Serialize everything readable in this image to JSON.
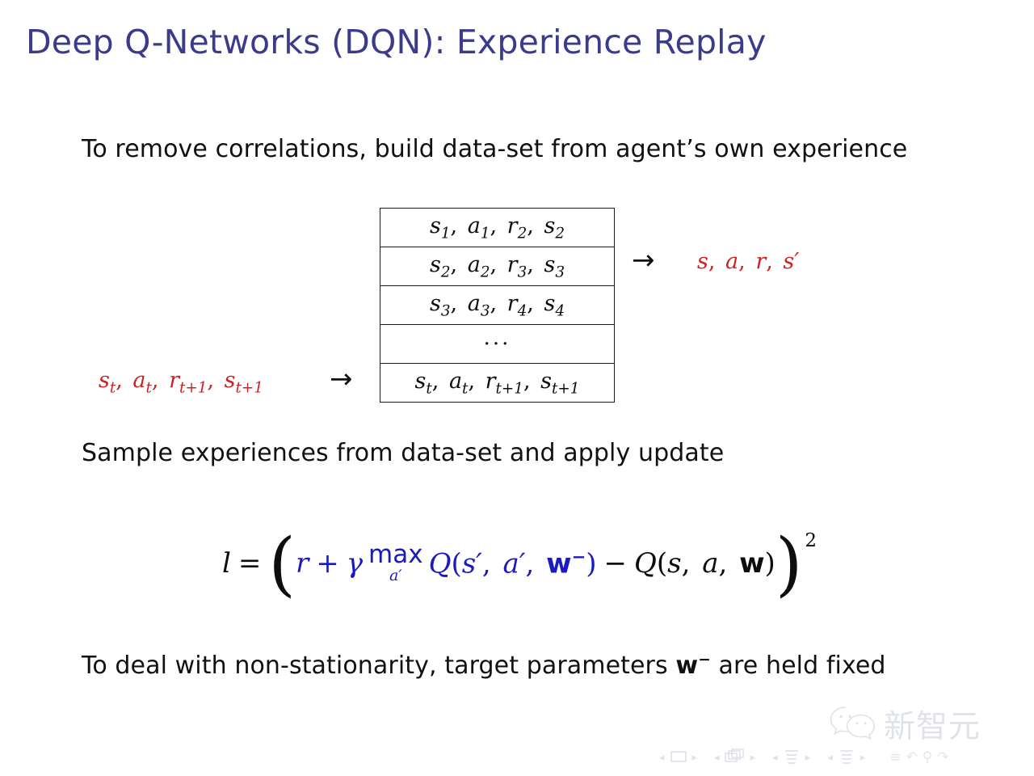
{
  "slide": {
    "title": "Deep Q-Networks (DQN): Experience Replay",
    "title_color": "#3b3b8c",
    "background_color": "#ffffff"
  },
  "body": {
    "line_remove_correlations": "To remove correlations, build data-set from agent’s own experience",
    "line_sample_experiences": "Sample experiences from data-set and apply update",
    "line_non_stationarity_before": "To deal with non-stationarity, target parameters ",
    "line_non_stationarity_symbol": "w",
    "line_non_stationarity_superscript": "−",
    "line_non_stationarity_after": " are held fixed"
  },
  "replay_memory": {
    "accent_color": "#cc2222",
    "rows": [
      {
        "s": "s",
        "s_sub": "1",
        "a": "a",
        "a_sub": "1",
        "r": "r",
        "r_sub": "2",
        "s_next": "s",
        "s_next_sub": "2"
      },
      {
        "s": "s",
        "s_sub": "2",
        "a": "a",
        "a_sub": "2",
        "r": "r",
        "r_sub": "3",
        "s_next": "s",
        "s_next_sub": "3"
      },
      {
        "s": "s",
        "s_sub": "3",
        "a": "a",
        "a_sub": "3",
        "r": "r",
        "r_sub": "4",
        "s_next": "s",
        "s_next_sub": "4"
      },
      {
        "ellipsis": "···"
      },
      {
        "s": "s",
        "s_sub": "t",
        "a": "a",
        "a_sub": "t",
        "r": "r",
        "r_sub": "t+1",
        "s_next": "s",
        "s_next_sub": "t+1"
      }
    ],
    "incoming_transition": {
      "s": "s",
      "s_sub": "t",
      "a": "a",
      "a_sub": "t",
      "r": "r",
      "r_sub": "t+1",
      "s_next": "s",
      "s_next_sub": "t+1"
    },
    "sampled_transition": {
      "s": "s",
      "a": "a",
      "r": "r",
      "s_next": "s",
      "s_next_prime": "′"
    },
    "arrow_in": "→",
    "arrow_out": "→"
  },
  "loss_equation": {
    "lhs": "l",
    "equals": "=",
    "open_paren": "(",
    "close_paren": ")",
    "reward": "r",
    "plus": "+",
    "gamma": "γ",
    "max_label": "max",
    "max_sub": "a′",
    "q_target": "Q",
    "target_open": "(",
    "target_s_prime": "s′",
    "target_a_prime": "a′",
    "target_w": "w",
    "target_w_sup": "−",
    "target_close": ")",
    "minus": "−",
    "q_online": "Q",
    "online_open": "(",
    "online_s": "s",
    "online_a": "a",
    "online_w": "w",
    "online_close": ")",
    "exponent": "2",
    "comma": ",",
    "target_color": "#1a1ac0",
    "text_color": "#0d0d0d"
  },
  "watermark": {
    "text": "新智元",
    "icon": "wechat-logo"
  },
  "navigation": {
    "groups": [
      {
        "name": "slide",
        "icon": "slide-nav-icon",
        "prev": "◂",
        "next": "▸"
      },
      {
        "name": "frame",
        "icon": "frame-nav-icon",
        "prev": "◂",
        "next": "▸"
      },
      {
        "name": "subsection",
        "icon": "subsection-nav-icon",
        "prev": "◂",
        "next": "▸"
      },
      {
        "name": "section",
        "icon": "section-nav-icon",
        "prev": "◂",
        "next": "▸"
      }
    ],
    "misc": [
      {
        "name": "document-icon",
        "glyph": "≡"
      },
      {
        "name": "back-icon",
        "glyph": "↶"
      },
      {
        "name": "search-icon",
        "glyph": "⚲"
      },
      {
        "name": "forward-icon",
        "glyph": "↷"
      }
    ]
  }
}
